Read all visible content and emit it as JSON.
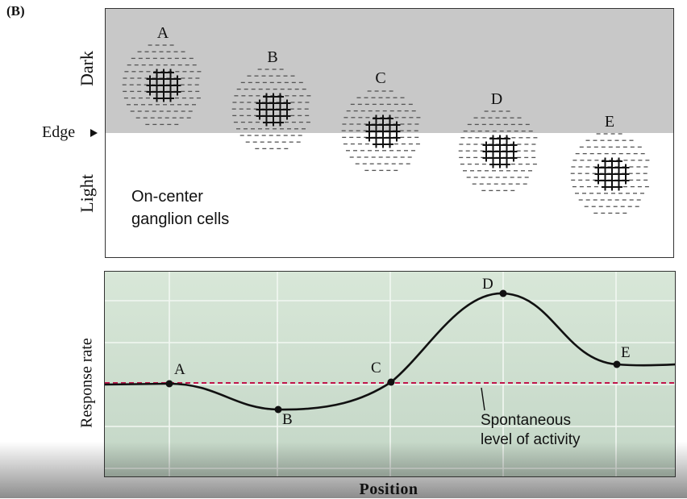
{
  "panel_label": "(B)",
  "top_panel": {
    "dark_label": "Dark",
    "light_label": "Light",
    "edge_label": "Edge",
    "caption_line1": "On-center",
    "caption_line2": "ganglion cells",
    "cells": [
      "A",
      "B",
      "C",
      "D",
      "E"
    ],
    "dark_color": "#c8c8c8",
    "light_color": "#ffffff"
  },
  "bottom_panel": {
    "y_axis_label": "Response rate",
    "x_axis_label": "Position",
    "annotation_line1": "Spontaneous",
    "annotation_line2": "level of activity",
    "point_labels": [
      "A",
      "B",
      "C",
      "D",
      "E"
    ],
    "curve_color": "#111111",
    "baseline_color": "#c0154a",
    "background_color": "#cfdfd0"
  }
}
